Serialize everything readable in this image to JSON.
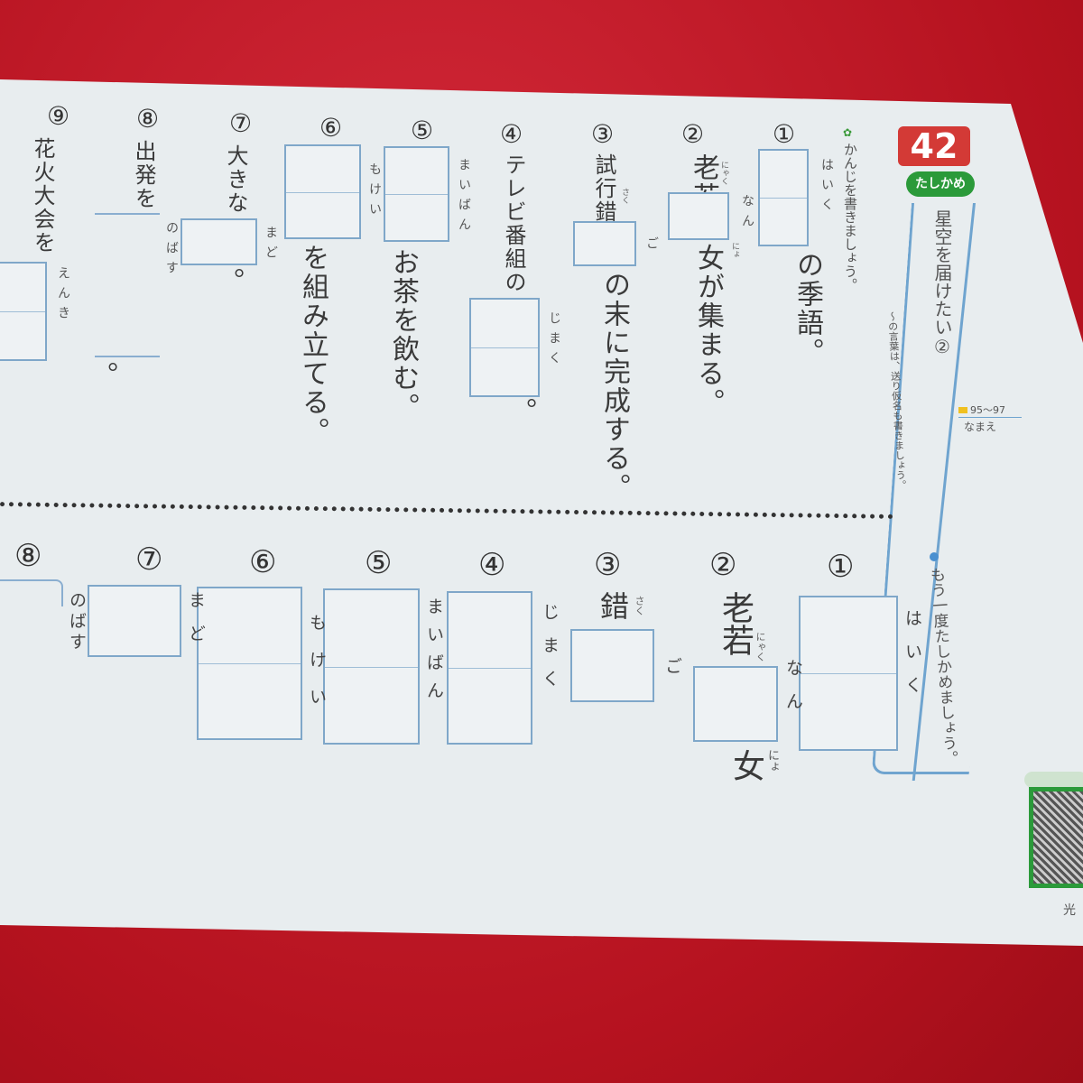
{
  "header": {
    "lesson_number": "42",
    "tag": "たしかめ",
    "title": "星空を届けたい②",
    "page_range": "95〜97",
    "name_label": "なまえ"
  },
  "instructions": {
    "main": "かんじを書きましょう。",
    "note": "〜の言葉は、送り仮名も書きましょう。",
    "review": "もう一度たしかめましょう。"
  },
  "colors": {
    "background": "#c41a2c",
    "paper": "#e8edef",
    "badge": "#d33a36",
    "tag": "#2b9a3a",
    "box_border": "#7fa7c9"
  },
  "upper": [
    {
      "num": "①",
      "before": "",
      "ruby": "はいく",
      "after": "の季語。"
    },
    {
      "num": "②",
      "before": "老若",
      "before_ruby": "にゃく",
      "ruby": "なん",
      "after": "女が集まる。",
      "after_ruby": "にょ"
    },
    {
      "num": "③",
      "before": "試行錯",
      "before_ruby": "さく",
      "ruby": "ご",
      "after": "の末に完成する。"
    },
    {
      "num": "④",
      "before": "テレビ番組の",
      "ruby": "じまく",
      "after": "。"
    },
    {
      "num": "⑤",
      "before": "",
      "ruby": "まいばん",
      "after": "お茶を飲む。"
    },
    {
      "num": "⑥",
      "before": "",
      "ruby": "もけい",
      "after": "を組み立てる。"
    },
    {
      "num": "⑦",
      "before": "大きな",
      "ruby": "まど",
      "after": "。"
    },
    {
      "num": "⑧",
      "before": "出発を",
      "ruby": "のばす",
      "after": "。"
    },
    {
      "num": "⑨",
      "before": "花火大会を",
      "ruby": "えんき",
      "after": ""
    }
  ],
  "lower": [
    {
      "num": "①",
      "ruby": "はいく"
    },
    {
      "num": "②",
      "before": "老若",
      "before_ruby": "にゃく",
      "ruby": "なん",
      "after": "女",
      "after_ruby": "にょ"
    },
    {
      "num": "③",
      "before": "錯",
      "before_ruby": "さく",
      "ruby": "ご"
    },
    {
      "num": "④",
      "ruby": "じまく"
    },
    {
      "num": "⑤",
      "ruby": "まいばん"
    },
    {
      "num": "⑥",
      "ruby": "もけい"
    },
    {
      "num": "⑦",
      "ruby": "まど"
    },
    {
      "num": "⑧",
      "ruby": "のばす"
    }
  ],
  "footer": {
    "publisher_mark": "光"
  }
}
